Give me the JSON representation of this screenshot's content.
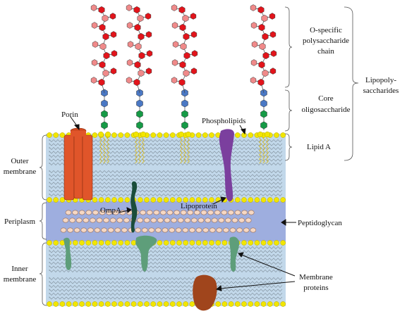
{
  "labels": {
    "o_specific": [
      "O-specific",
      "polysaccharide",
      "chain"
    ],
    "core": [
      "Core",
      "oligosaccharide"
    ],
    "lipid_a": "Lipid A",
    "lipopolysaccharides": [
      "Lipopoly-",
      "saccharides"
    ],
    "porin": "Porin",
    "phospholipids": "Phospholipids",
    "outer_membrane": [
      "Outer",
      "membrane"
    ],
    "periplasm": "Periplasm",
    "inner_membrane": [
      "Inner",
      "membrane"
    ],
    "ompa": "OmpA",
    "lipoprotein": "Lipoprotein",
    "peptidoglycan": "Peptidoglycan",
    "membrane_proteins": [
      "Membrane",
      "proteins"
    ]
  },
  "colors": {
    "membrane_fill": "#c2d8ea",
    "periplasm_fill": "#9eaedf",
    "headgroup": "#f2e600",
    "tail": "#7b8a96",
    "peptidoglycan_bead": "#f6d8c4",
    "sugar_red": "#e2141b",
    "sugar_pink": "#f08a8a",
    "sugar_blue": "#4a78c4",
    "sugar_green": "#169a46",
    "porin": "#e0552a",
    "phospholipid_protein": "#7b3f9e",
    "ompa": "#1a4d3a",
    "membrane_protein_green": "#5e9e7a",
    "membrane_protein_brown": "#a0451c"
  }
}
